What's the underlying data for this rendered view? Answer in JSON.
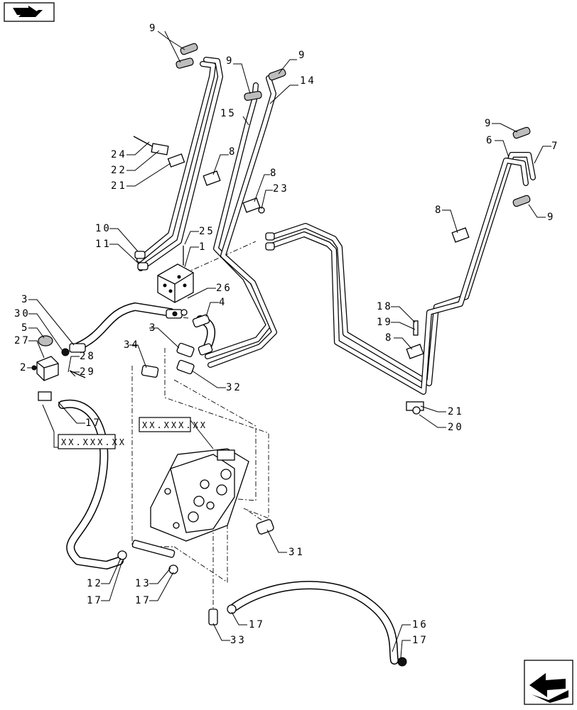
{
  "header_icon": "page-back-icon",
  "footer_icon": "page-forward-icon",
  "callouts": [
    {
      "id": "9a",
      "text": "9"
    },
    {
      "id": "9b",
      "text": "9"
    },
    {
      "id": "9c",
      "text": "9"
    },
    {
      "id": "14",
      "text": "14"
    },
    {
      "id": "15",
      "text": "15"
    },
    {
      "id": "24",
      "text": "24"
    },
    {
      "id": "22",
      "text": "22"
    },
    {
      "id": "21a",
      "text": "21"
    },
    {
      "id": "8a",
      "text": "8"
    },
    {
      "id": "8b",
      "text": "8"
    },
    {
      "id": "23",
      "text": "23"
    },
    {
      "id": "10",
      "text": "10"
    },
    {
      "id": "11",
      "text": "11"
    },
    {
      "id": "25",
      "text": "25"
    },
    {
      "id": "1",
      "text": "1"
    },
    {
      "id": "26",
      "text": "26"
    },
    {
      "id": "3a",
      "text": "3"
    },
    {
      "id": "4",
      "text": "4"
    },
    {
      "id": "30",
      "text": "30"
    },
    {
      "id": "5",
      "text": "5"
    },
    {
      "id": "27",
      "text": "27"
    },
    {
      "id": "2",
      "text": "2"
    },
    {
      "id": "28",
      "text": "28"
    },
    {
      "id": "29",
      "text": "29"
    },
    {
      "id": "3b",
      "text": "3"
    },
    {
      "id": "34",
      "text": "34"
    },
    {
      "id": "32",
      "text": "32"
    },
    {
      "id": "17a",
      "text": "17"
    },
    {
      "id": "9d",
      "text": "9"
    },
    {
      "id": "6",
      "text": "6"
    },
    {
      "id": "7",
      "text": "7"
    },
    {
      "id": "9e",
      "text": "9"
    },
    {
      "id": "8c",
      "text": "8"
    },
    {
      "id": "18",
      "text": "18"
    },
    {
      "id": "19",
      "text": "19"
    },
    {
      "id": "8d",
      "text": "8"
    },
    {
      "id": "21b",
      "text": "21"
    },
    {
      "id": "20",
      "text": "20"
    },
    {
      "id": "31",
      "text": "31"
    },
    {
      "id": "12",
      "text": "12"
    },
    {
      "id": "17b",
      "text": "17"
    },
    {
      "id": "13",
      "text": "13"
    },
    {
      "id": "17c",
      "text": "17"
    },
    {
      "id": "17d",
      "text": "17"
    },
    {
      "id": "33",
      "text": "33"
    },
    {
      "id": "16",
      "text": "16"
    },
    {
      "id": "17e",
      "text": "17"
    }
  ],
  "reference_boxes": [
    {
      "id": "ref-valve",
      "text": "XX.XXX.XX"
    },
    {
      "id": "ref-joystick",
      "text": "XX.XXX.XX"
    }
  ]
}
